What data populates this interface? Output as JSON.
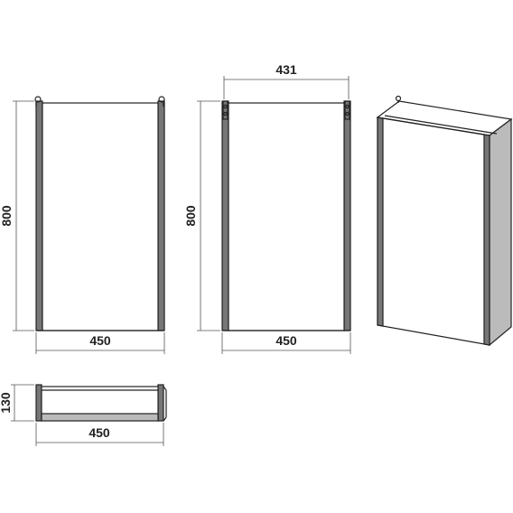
{
  "views": {
    "front": {
      "width_label": "450",
      "height_label": "800"
    },
    "back": {
      "top_label": "431",
      "width_label": "450",
      "height_label": "800"
    },
    "top": {
      "depth_label": "130",
      "width_label": "450"
    }
  }
}
